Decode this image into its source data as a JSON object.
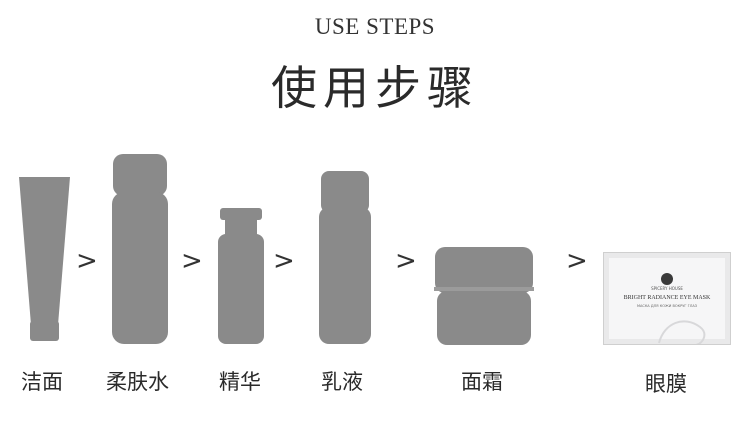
{
  "header": {
    "title_en": "USE STEPS",
    "title_cn": "使用步骤"
  },
  "steps": [
    {
      "label": "洁面",
      "icon": "cleanser-tube-icon"
    },
    {
      "label": "柔肤水",
      "icon": "toner-bottle-icon"
    },
    {
      "label": "精华",
      "icon": "essence-vial-icon"
    },
    {
      "label": "乳液",
      "icon": "lotion-bottle-icon"
    },
    {
      "label": "面霜",
      "icon": "cream-jar-icon"
    },
    {
      "label": "眼膜",
      "icon": "eye-mask-pack-icon"
    }
  ],
  "separator": ">",
  "eye_mask_pack": {
    "brand": "SPICERY HOUSE",
    "product": "BRIGHT RADIANCE EYE MASK",
    "subtitle": "МАСКА ДЛЯ КОЖИ ВОКРУГ ГЛАЗ"
  },
  "colors": {
    "product_silhouette": "#8a8a8a",
    "text": "#2a2a2a",
    "background": "#ffffff"
  }
}
